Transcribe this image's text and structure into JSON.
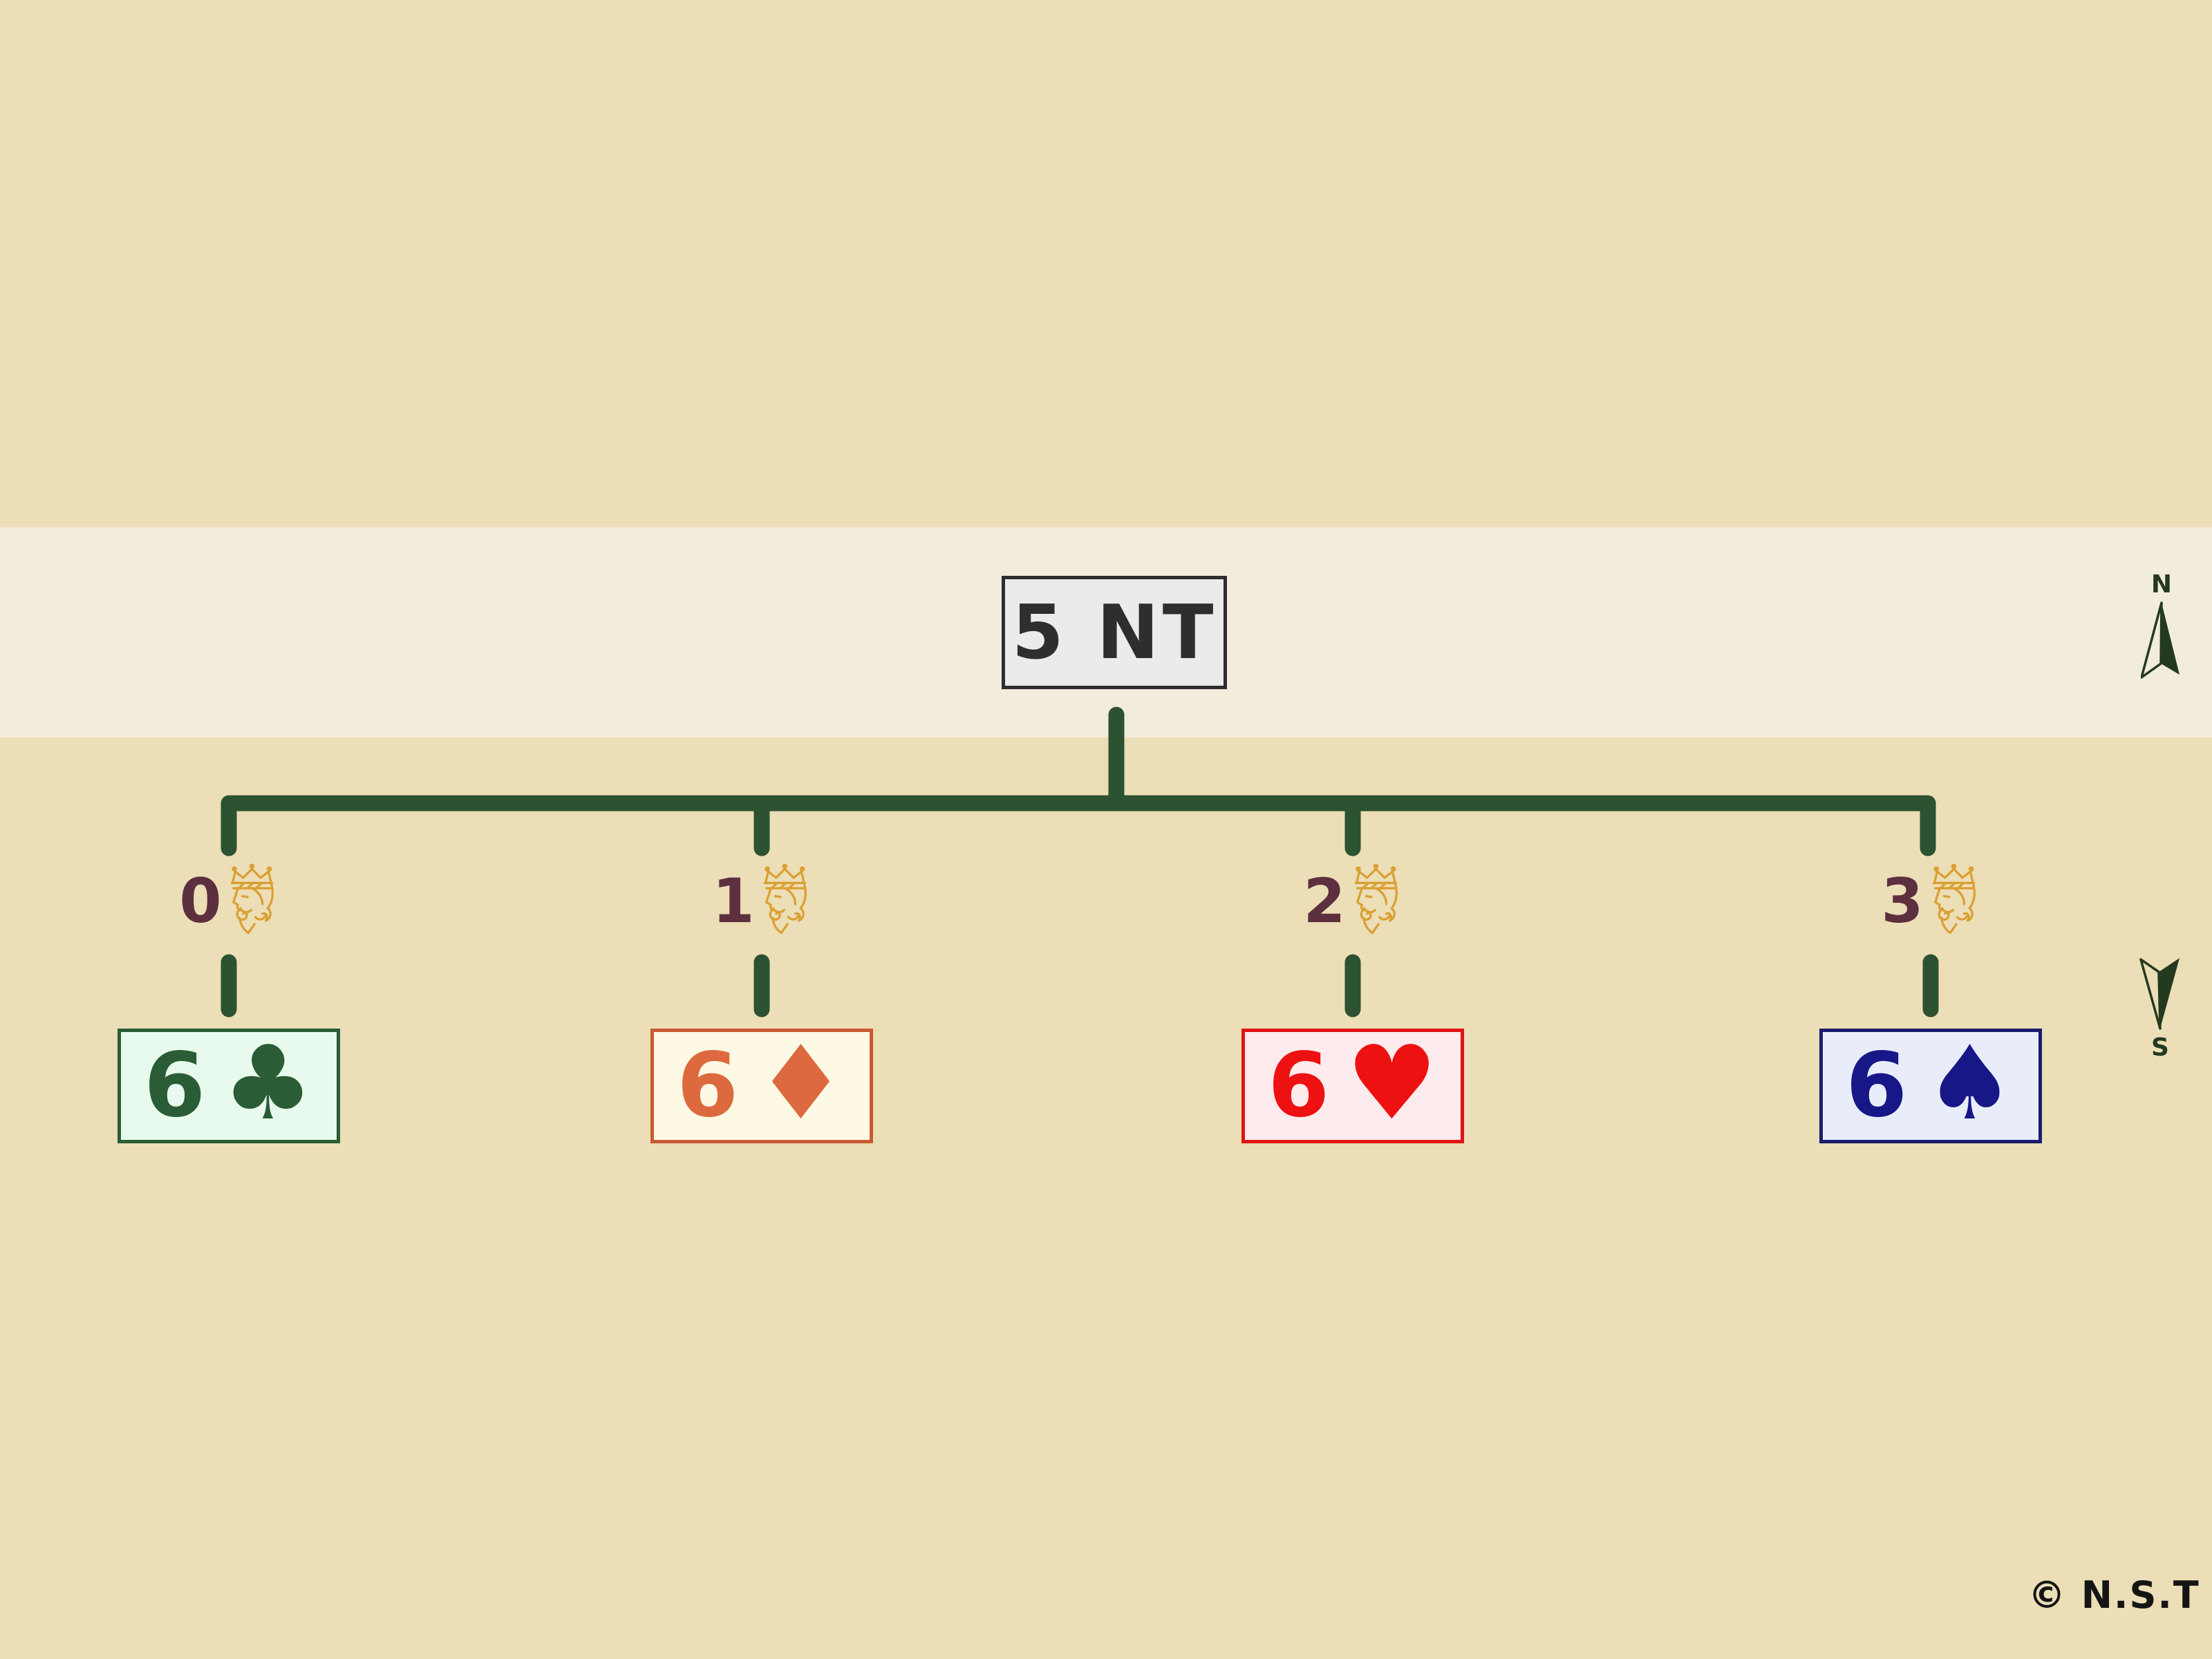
{
  "root": {
    "label": "5 NT"
  },
  "branches": [
    {
      "kings": "0",
      "bid": "6",
      "suit": "clubs",
      "suit_symbol": "♣",
      "color": "#2a5c35"
    },
    {
      "kings": "1",
      "bid": "6",
      "suit": "diamonds",
      "suit_symbol": "♦",
      "color": "#dd693e"
    },
    {
      "kings": "2",
      "bid": "6",
      "suit": "hearts",
      "suit_symbol": "♥",
      "color": "#ee1111"
    },
    {
      "kings": "3",
      "bid": "6",
      "suit": "spades",
      "suit_symbol": "♠",
      "color": "#171787"
    }
  ],
  "compass": {
    "north": "N",
    "south": "S"
  },
  "credit": "© N.S.T",
  "colors": {
    "background": "#ecdeb6",
    "band": "#f2ecdc",
    "tree_line": "#2c5232",
    "kings_count_text": "#5d3040",
    "king_icon_gold": "#daa033",
    "root_box_bg": "#ebebeb",
    "root_box_border": "#2d2d2d",
    "compass": "#233a20"
  }
}
